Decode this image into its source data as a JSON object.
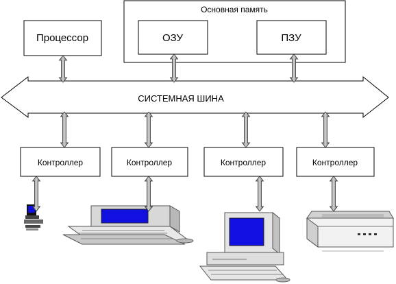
{
  "main_memory": {
    "label": "Основная память"
  },
  "processor": {
    "label": "Процессор"
  },
  "ram": {
    "label": "ОЗУ"
  },
  "rom": {
    "label": "ПЗУ"
  },
  "bus": {
    "label": "СИСТЕМНАЯ ШИНА"
  },
  "controllers": [
    {
      "label": "Контроллер"
    },
    {
      "label": "Контроллер"
    },
    {
      "label": "Контроллер"
    },
    {
      "label": "Контроллер"
    }
  ],
  "devices": [
    {
      "icon": "keyboard-mouse-icon"
    },
    {
      "icon": "laptop-icon"
    },
    {
      "icon": "desktop-computer-icon"
    },
    {
      "icon": "printer-icon"
    }
  ],
  "colors": {
    "screen": "#1010e0",
    "arrow": "#909090",
    "device_body": "#e4e4e4"
  }
}
